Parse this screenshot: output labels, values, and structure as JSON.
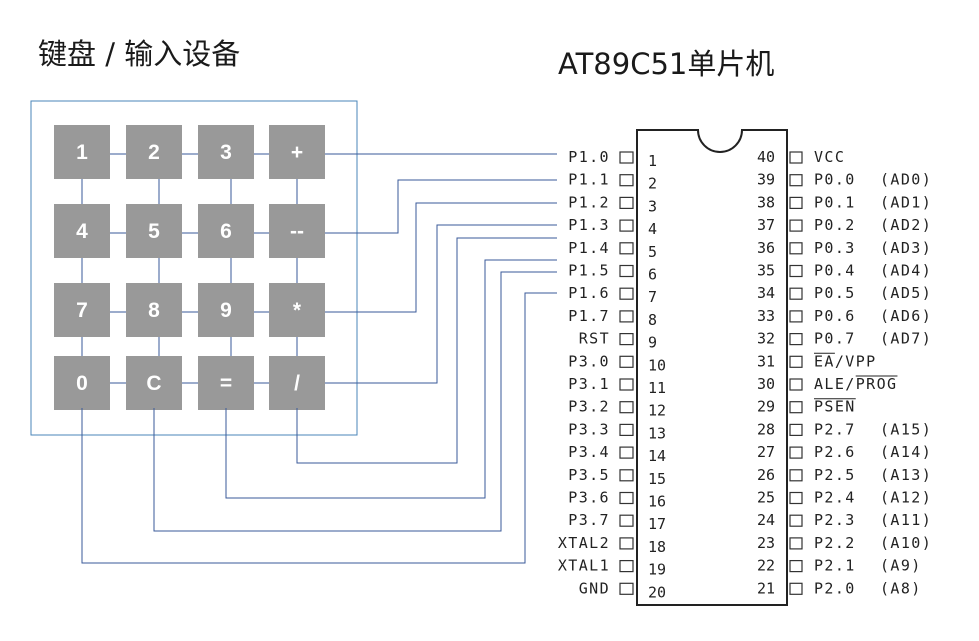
{
  "keyboard_title": "键盘 / 输入设备",
  "chip_title": "AT89C51单片机",
  "keypad": {
    "rows": [
      [
        "1",
        "2",
        "3",
        "+"
      ],
      [
        "4",
        "5",
        "6",
        "--"
      ],
      [
        "7",
        "8",
        "9",
        "*"
      ],
      [
        "0",
        "C",
        "=",
        "/"
      ]
    ]
  },
  "chip": {
    "left_pins": [
      {
        "name": "P1.0",
        "num": "1"
      },
      {
        "name": "P1.1",
        "num": "2"
      },
      {
        "name": "P1.2",
        "num": "3"
      },
      {
        "name": "P1.3",
        "num": "4"
      },
      {
        "name": "P1.4",
        "num": "5"
      },
      {
        "name": "P1.5",
        "num": "6"
      },
      {
        "name": "P1.6",
        "num": "7"
      },
      {
        "name": "P1.7",
        "num": "8"
      },
      {
        "name": "RST",
        "num": "9"
      },
      {
        "name": "P3.0",
        "num": "10"
      },
      {
        "name": "P3.1",
        "num": "11"
      },
      {
        "name": "P3.2",
        "num": "12"
      },
      {
        "name": "P3.3",
        "num": "13"
      },
      {
        "name": "P3.4",
        "num": "14"
      },
      {
        "name": "P3.5",
        "num": "15"
      },
      {
        "name": "P3.6",
        "num": "16"
      },
      {
        "name": "P3.7",
        "num": "17"
      },
      {
        "name": "XTAL2",
        "num": "18"
      },
      {
        "name": "XTAL1",
        "num": "19"
      },
      {
        "name": "GND",
        "num": "20"
      }
    ],
    "right_pins": [
      {
        "num": "40",
        "name": "VCC",
        "alt": ""
      },
      {
        "num": "39",
        "name": "P0.0",
        "alt": "(AD0)"
      },
      {
        "num": "38",
        "name": "P0.1",
        "alt": "(AD1)"
      },
      {
        "num": "37",
        "name": "P0.2",
        "alt": "(AD2)"
      },
      {
        "num": "36",
        "name": "P0.3",
        "alt": "(AD3)"
      },
      {
        "num": "35",
        "name": "P0.4",
        "alt": "(AD4)"
      },
      {
        "num": "34",
        "name": "P0.5",
        "alt": "(AD5)"
      },
      {
        "num": "33",
        "name": "P0.6",
        "alt": "(AD6)"
      },
      {
        "num": "32",
        "name": "P0.7",
        "alt": "(AD7)"
      },
      {
        "num": "31",
        "name": "EA/VPP",
        "alt": ""
      },
      {
        "num": "30",
        "name": "ALE/PROG",
        "alt": ""
      },
      {
        "num": "29",
        "name": "PSEN",
        "alt": ""
      },
      {
        "num": "28",
        "name": "P2.7",
        "alt": "(A15)"
      },
      {
        "num": "27",
        "name": "P2.6",
        "alt": "(A14)"
      },
      {
        "num": "26",
        "name": "P2.5",
        "alt": "(A13)"
      },
      {
        "num": "25",
        "name": "P2.4",
        "alt": "(A12)"
      },
      {
        "num": "24",
        "name": "P2.3",
        "alt": "(A11)"
      },
      {
        "num": "23",
        "name": "P2.2",
        "alt": "(A10)"
      },
      {
        "num": "22",
        "name": "P2.1",
        "alt": "(A9)"
      },
      {
        "num": "21",
        "name": "P2.0",
        "alt": "(A8)"
      }
    ]
  },
  "colors": {
    "key_fill": "#999999",
    "wire": "#3a5a9a"
  }
}
